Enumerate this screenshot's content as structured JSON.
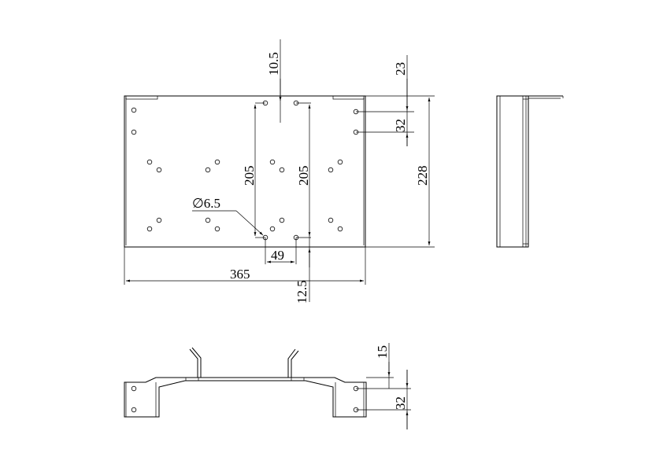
{
  "drawing": {
    "dimensions": {
      "overall_width": "365",
      "overall_height": "228",
      "top_hole_offset": "10.5",
      "bottom_hole_offset": "12.5",
      "hole_spacing_left": "205",
      "hole_spacing_right": "205",
      "hole_diameter": "∅6.5",
      "small_spacing": "49",
      "right_top_offset": "23",
      "right_hole_pitch": "32",
      "lower_top_offset": "15",
      "lower_hole_pitch": "32"
    }
  }
}
